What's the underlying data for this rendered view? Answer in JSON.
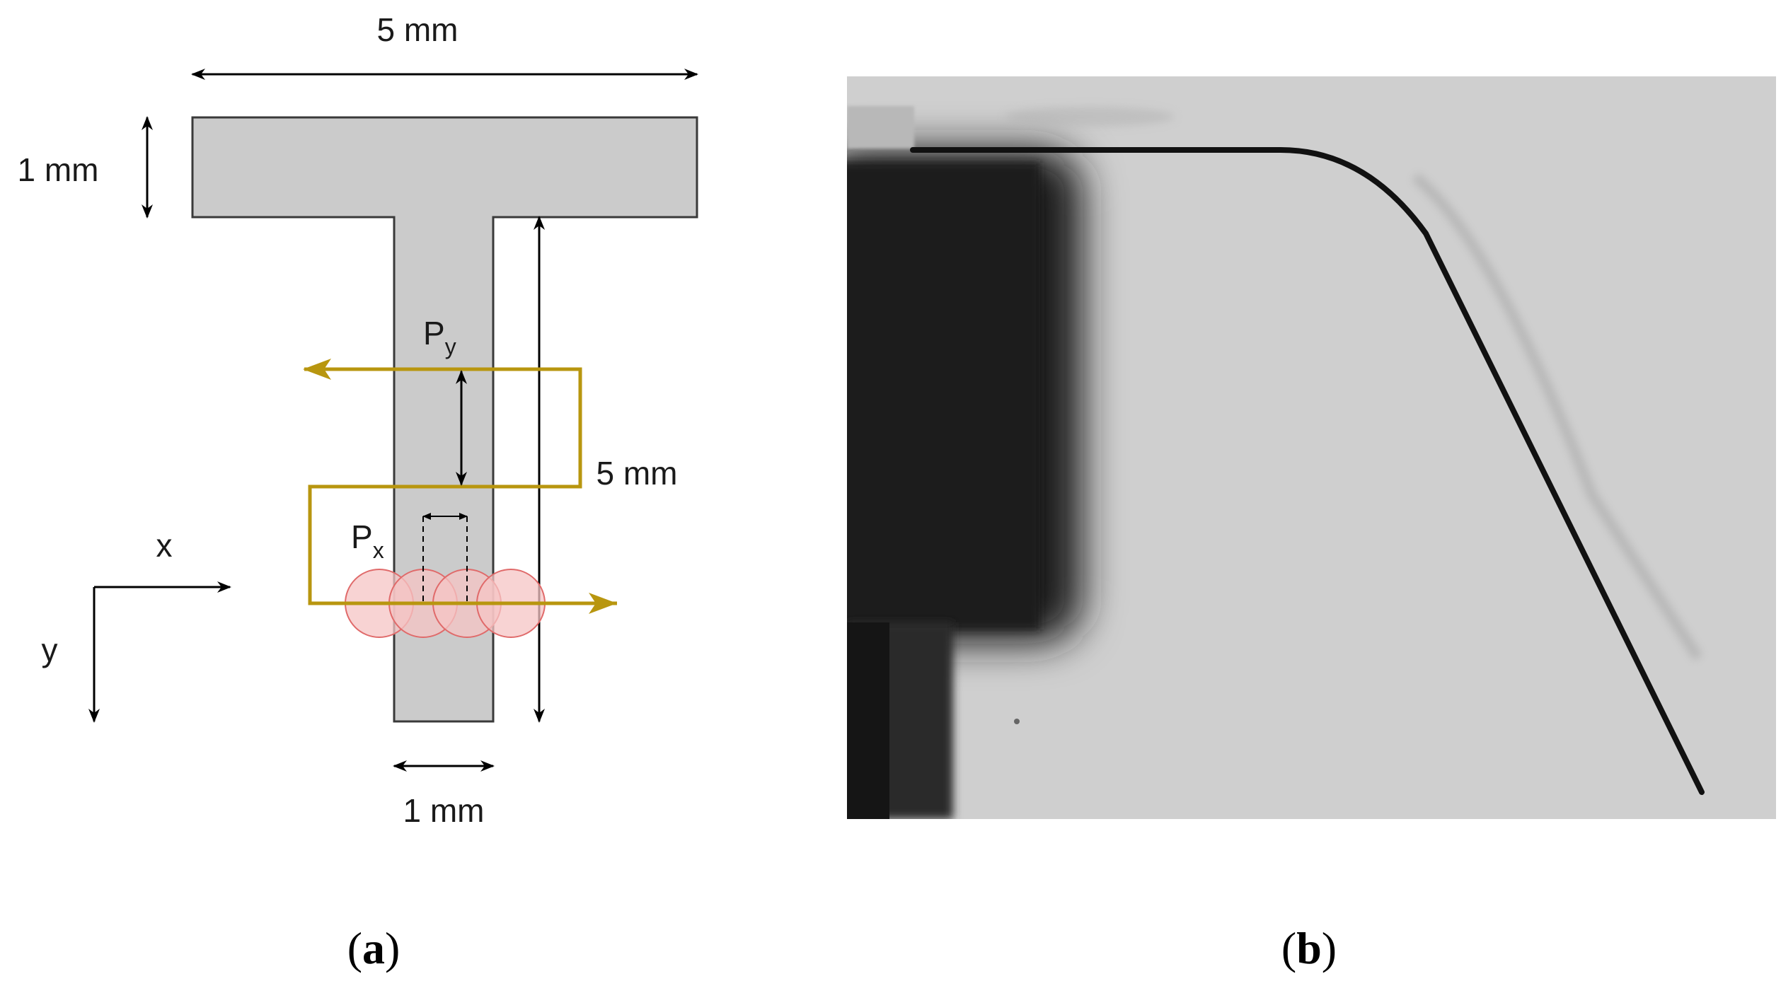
{
  "panel_a": {
    "label_open": "(",
    "label_letter": "a",
    "label_close": ")",
    "dims": {
      "flange_width": "5 mm",
      "flange_thickness": "1 mm",
      "web_width": "1 mm",
      "hatch_spacing": "5 mm"
    },
    "params": {
      "py_main": "P",
      "py_sub": "y",
      "px_main": "P",
      "px_sub": "x"
    },
    "axes": {
      "x": "x",
      "y": "y"
    },
    "colors": {
      "section_fill": "#cbcbcb",
      "outline": "#3a3a3a",
      "laser_path": "#b8960f",
      "melt_pool_fill": "#f6c4c4",
      "melt_pool_stroke": "#e06a6a",
      "arrow": "#000000"
    }
  },
  "panel_b": {
    "label_open": "(",
    "label_letter": "b",
    "label_close": ")",
    "colors": {
      "background": "#cfcfcf",
      "dark_region": "#1a1a1a",
      "specimen_line": "#111111"
    }
  }
}
